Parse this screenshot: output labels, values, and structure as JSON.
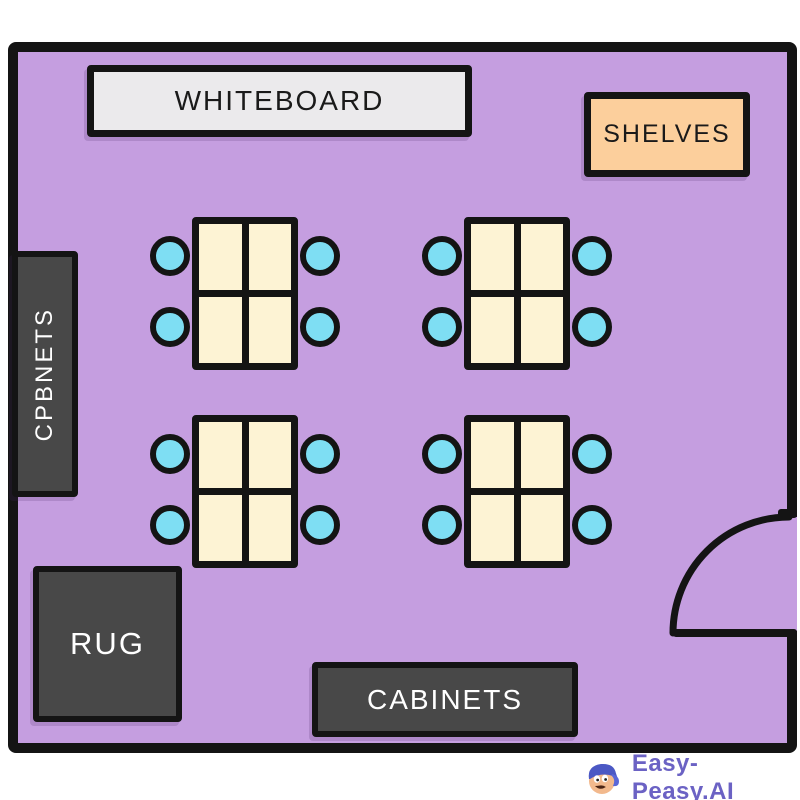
{
  "diagram_type": "classroom-floor-plan",
  "furniture": {
    "whiteboard": {
      "label": "WHITEBOARD",
      "fill": "#ebeaec"
    },
    "shelves": {
      "label": "SHELVES",
      "fill": "#fccf9c"
    },
    "cabinet_left": {
      "label": "CPBNETS",
      "fill": "#484848"
    },
    "rug": {
      "label": "RUG",
      "fill": "#484848"
    },
    "cabinets": {
      "label": "CABINETS",
      "fill": "#484848"
    }
  },
  "tables": {
    "group_count": 4,
    "desks_per_group": 4,
    "chairs_per_group": 4,
    "desk_fill": "#fdf3d4",
    "chair_fill": "#7edef3",
    "arrangement": "2x2 desks with two chairs on left side and two on right side"
  },
  "door": {
    "position": "right-wall-lower",
    "swing": "quarter-circle-inward"
  },
  "branding": {
    "logo_text": "Easy-Peasy.AI"
  },
  "colors": {
    "floor": "#c59ee0",
    "wall": "#141414",
    "desk": "#fdf3d4",
    "chair": "#7edef3",
    "gray": "#484848",
    "whiteboard": "#ebeaec",
    "shelves": "#fccf9c",
    "brand": "#6b62c4"
  }
}
